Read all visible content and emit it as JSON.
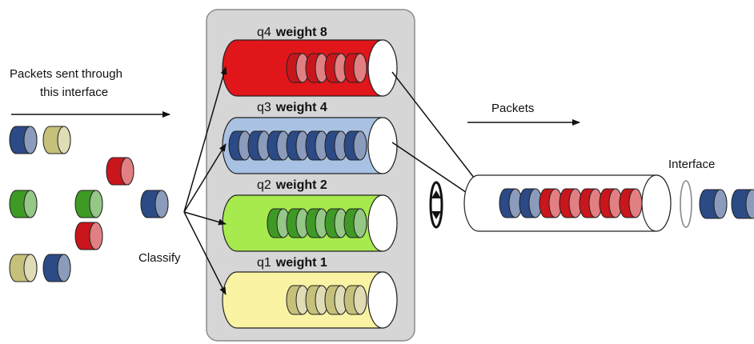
{
  "labels": {
    "packets_sent_line1": "Packets sent through",
    "packets_sent_line2": "this interface",
    "classify": "Classify",
    "packets": "Packets",
    "interface": "Interface"
  },
  "queues": [
    {
      "name": "q4",
      "weight_label": "weight 8",
      "color": "#e0161b",
      "packet_color": "#c8161c",
      "packets": 4
    },
    {
      "name": "q3",
      "weight_label": "weight 4",
      "color": "#a9c2e3",
      "packet_color": "#2b4a86",
      "packets": 7
    },
    {
      "name": "q2",
      "weight_label": "weight 2",
      "color": "#a6ea4d",
      "packet_color": "#3e9a25",
      "packets": 5
    },
    {
      "name": "q1",
      "weight_label": "weight 1",
      "color": "#faf3a3",
      "packet_color": "#c5c07a",
      "packets": 4
    }
  ],
  "colors": {
    "panel": "#d6d6d6",
    "red": "#c8161c",
    "blue": "#2b4a86",
    "green": "#3e9a25",
    "khaki": "#c5c07a"
  },
  "incoming_packets": [
    "blue",
    "khaki",
    "red",
    "green",
    "green",
    "blue",
    "red",
    "khaki",
    "blue"
  ],
  "output_packets": [
    "blue",
    "blue",
    "red",
    "red",
    "red",
    "red",
    "red"
  ],
  "after_interface_packets": [
    "blue",
    "blue"
  ]
}
